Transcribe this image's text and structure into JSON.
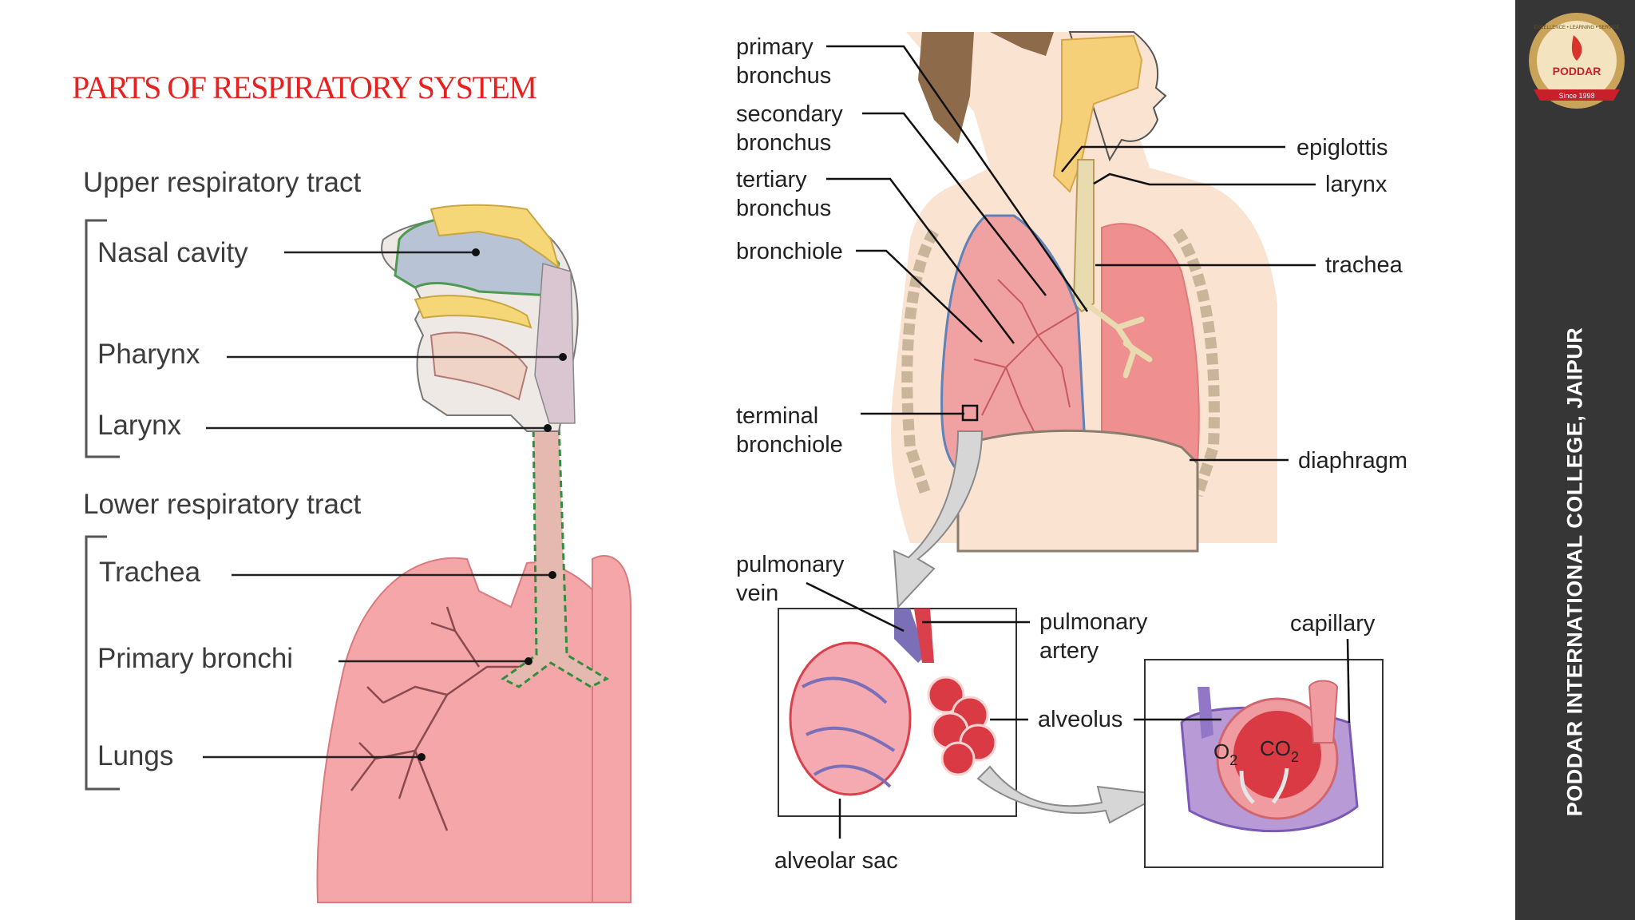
{
  "slide": {
    "title": "PARTS OF RESPIRATORY SYSTEM",
    "college": "PODDAR INTERNATIONAL COLLEGE, JAIPUR",
    "logo": {
      "name": "PODDAR",
      "arc_text": "EXCELLENCE • LEARNING • SERVICE",
      "since": "Since 1998"
    }
  },
  "left_diagram": {
    "upper_heading": "Upper respiratory tract",
    "lower_heading": "Lower respiratory tract",
    "upper_labels": [
      "Nasal cavity",
      "Pharynx",
      "Larynx"
    ],
    "lower_labels": [
      "Trachea",
      "Primary bronchi",
      "Lungs"
    ]
  },
  "right_diagram": {
    "left_labels": {
      "primary_bronchus": [
        "primary",
        "bronchus"
      ],
      "secondary_bronchus": [
        "secondary",
        "bronchus"
      ],
      "tertiary_bronchus": [
        "tertiary",
        "bronchus"
      ],
      "bronchiole": [
        "bronchiole"
      ],
      "terminal_bronchiole": [
        "terminal",
        "bronchiole"
      ]
    },
    "right_labels": {
      "epiglottis": "epiglottis",
      "larynx": "larynx",
      "trachea": "trachea",
      "diaphragm": "diaphragm"
    },
    "inset_labels": {
      "pulmonary_vein": [
        "pulmonary",
        "vein"
      ],
      "pulmonary_artery": [
        "pulmonary",
        "artery"
      ],
      "alveolus": "alveolus",
      "capillary": "capillary",
      "alveolar_sac": "alveolar sac",
      "o2": "O",
      "o2_sub": "2",
      "co2": "CO",
      "co2_sub": "2"
    }
  },
  "colors": {
    "title": "#e8201f",
    "sidebar": "#363637",
    "lung": "#f2a3a3",
    "lung_dark": "#e07878",
    "airway": "#e9c9c0",
    "nasal": "#b9c3d6",
    "bone": "#f6d778",
    "vein": "#7b6fb8",
    "artery": "#d9404b"
  }
}
